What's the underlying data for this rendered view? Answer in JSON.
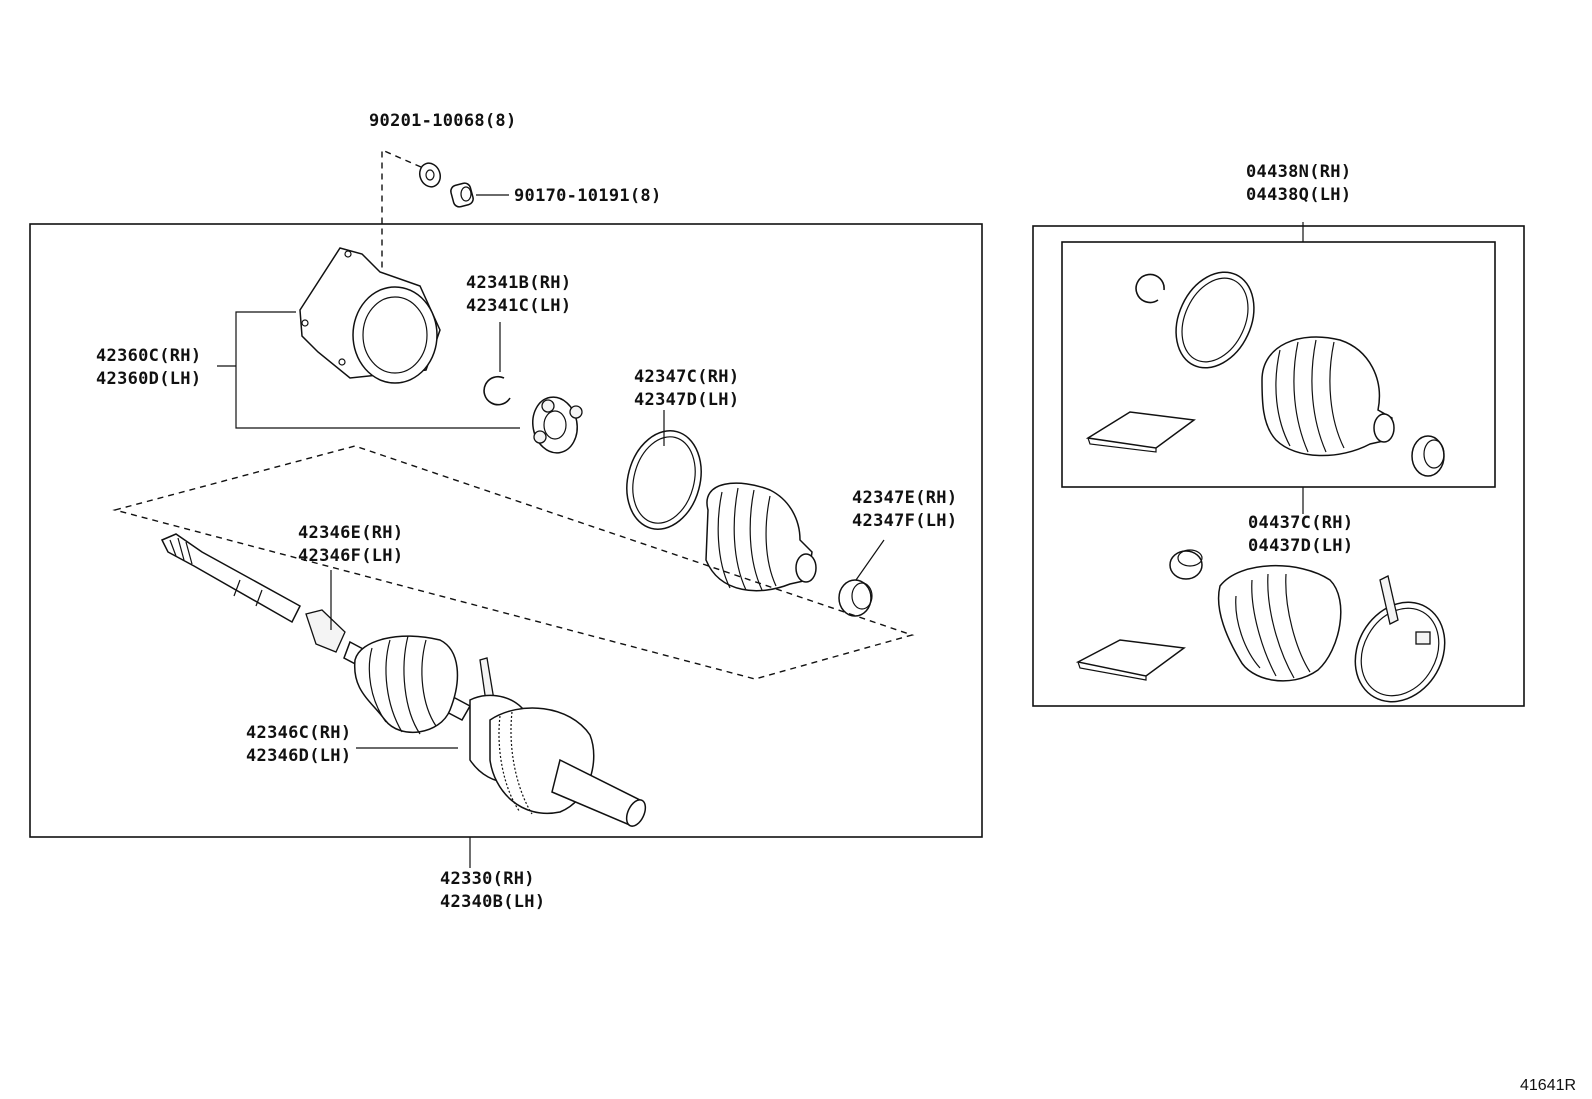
{
  "labels": {
    "bolt": "90201-10068(8)",
    "nut": "90170-10191(8)",
    "outer_housing_rh": "42360C(RH)",
    "outer_housing_lh": "42360D(LH)",
    "snap_ring_rh": "42341B(RH)",
    "snap_ring_lh": "42341C(LH)",
    "boot_clamp_rh": "42347C(RH)",
    "boot_clamp_lh": "42347D(LH)",
    "small_clamp_rh": "42347E(RH)",
    "small_clamp_lh": "42347F(LH)",
    "inner_boot_rh": "42346E(RH)",
    "inner_boot_lh": "42346F(LH)",
    "outer_joint_rh": "42346C(RH)",
    "outer_joint_lh": "42346D(LH)",
    "shaft_assy_rh": "42330(RH)",
    "shaft_assy_lh": "42340B(LH)",
    "boot_kit_inner_rh": "04438N(RH)",
    "boot_kit_inner_lh": "04438Q(LH)",
    "boot_kit_outer_rh": "04437C(RH)",
    "boot_kit_outer_lh": "04437D(LH)"
  },
  "figure_id": "41641R"
}
